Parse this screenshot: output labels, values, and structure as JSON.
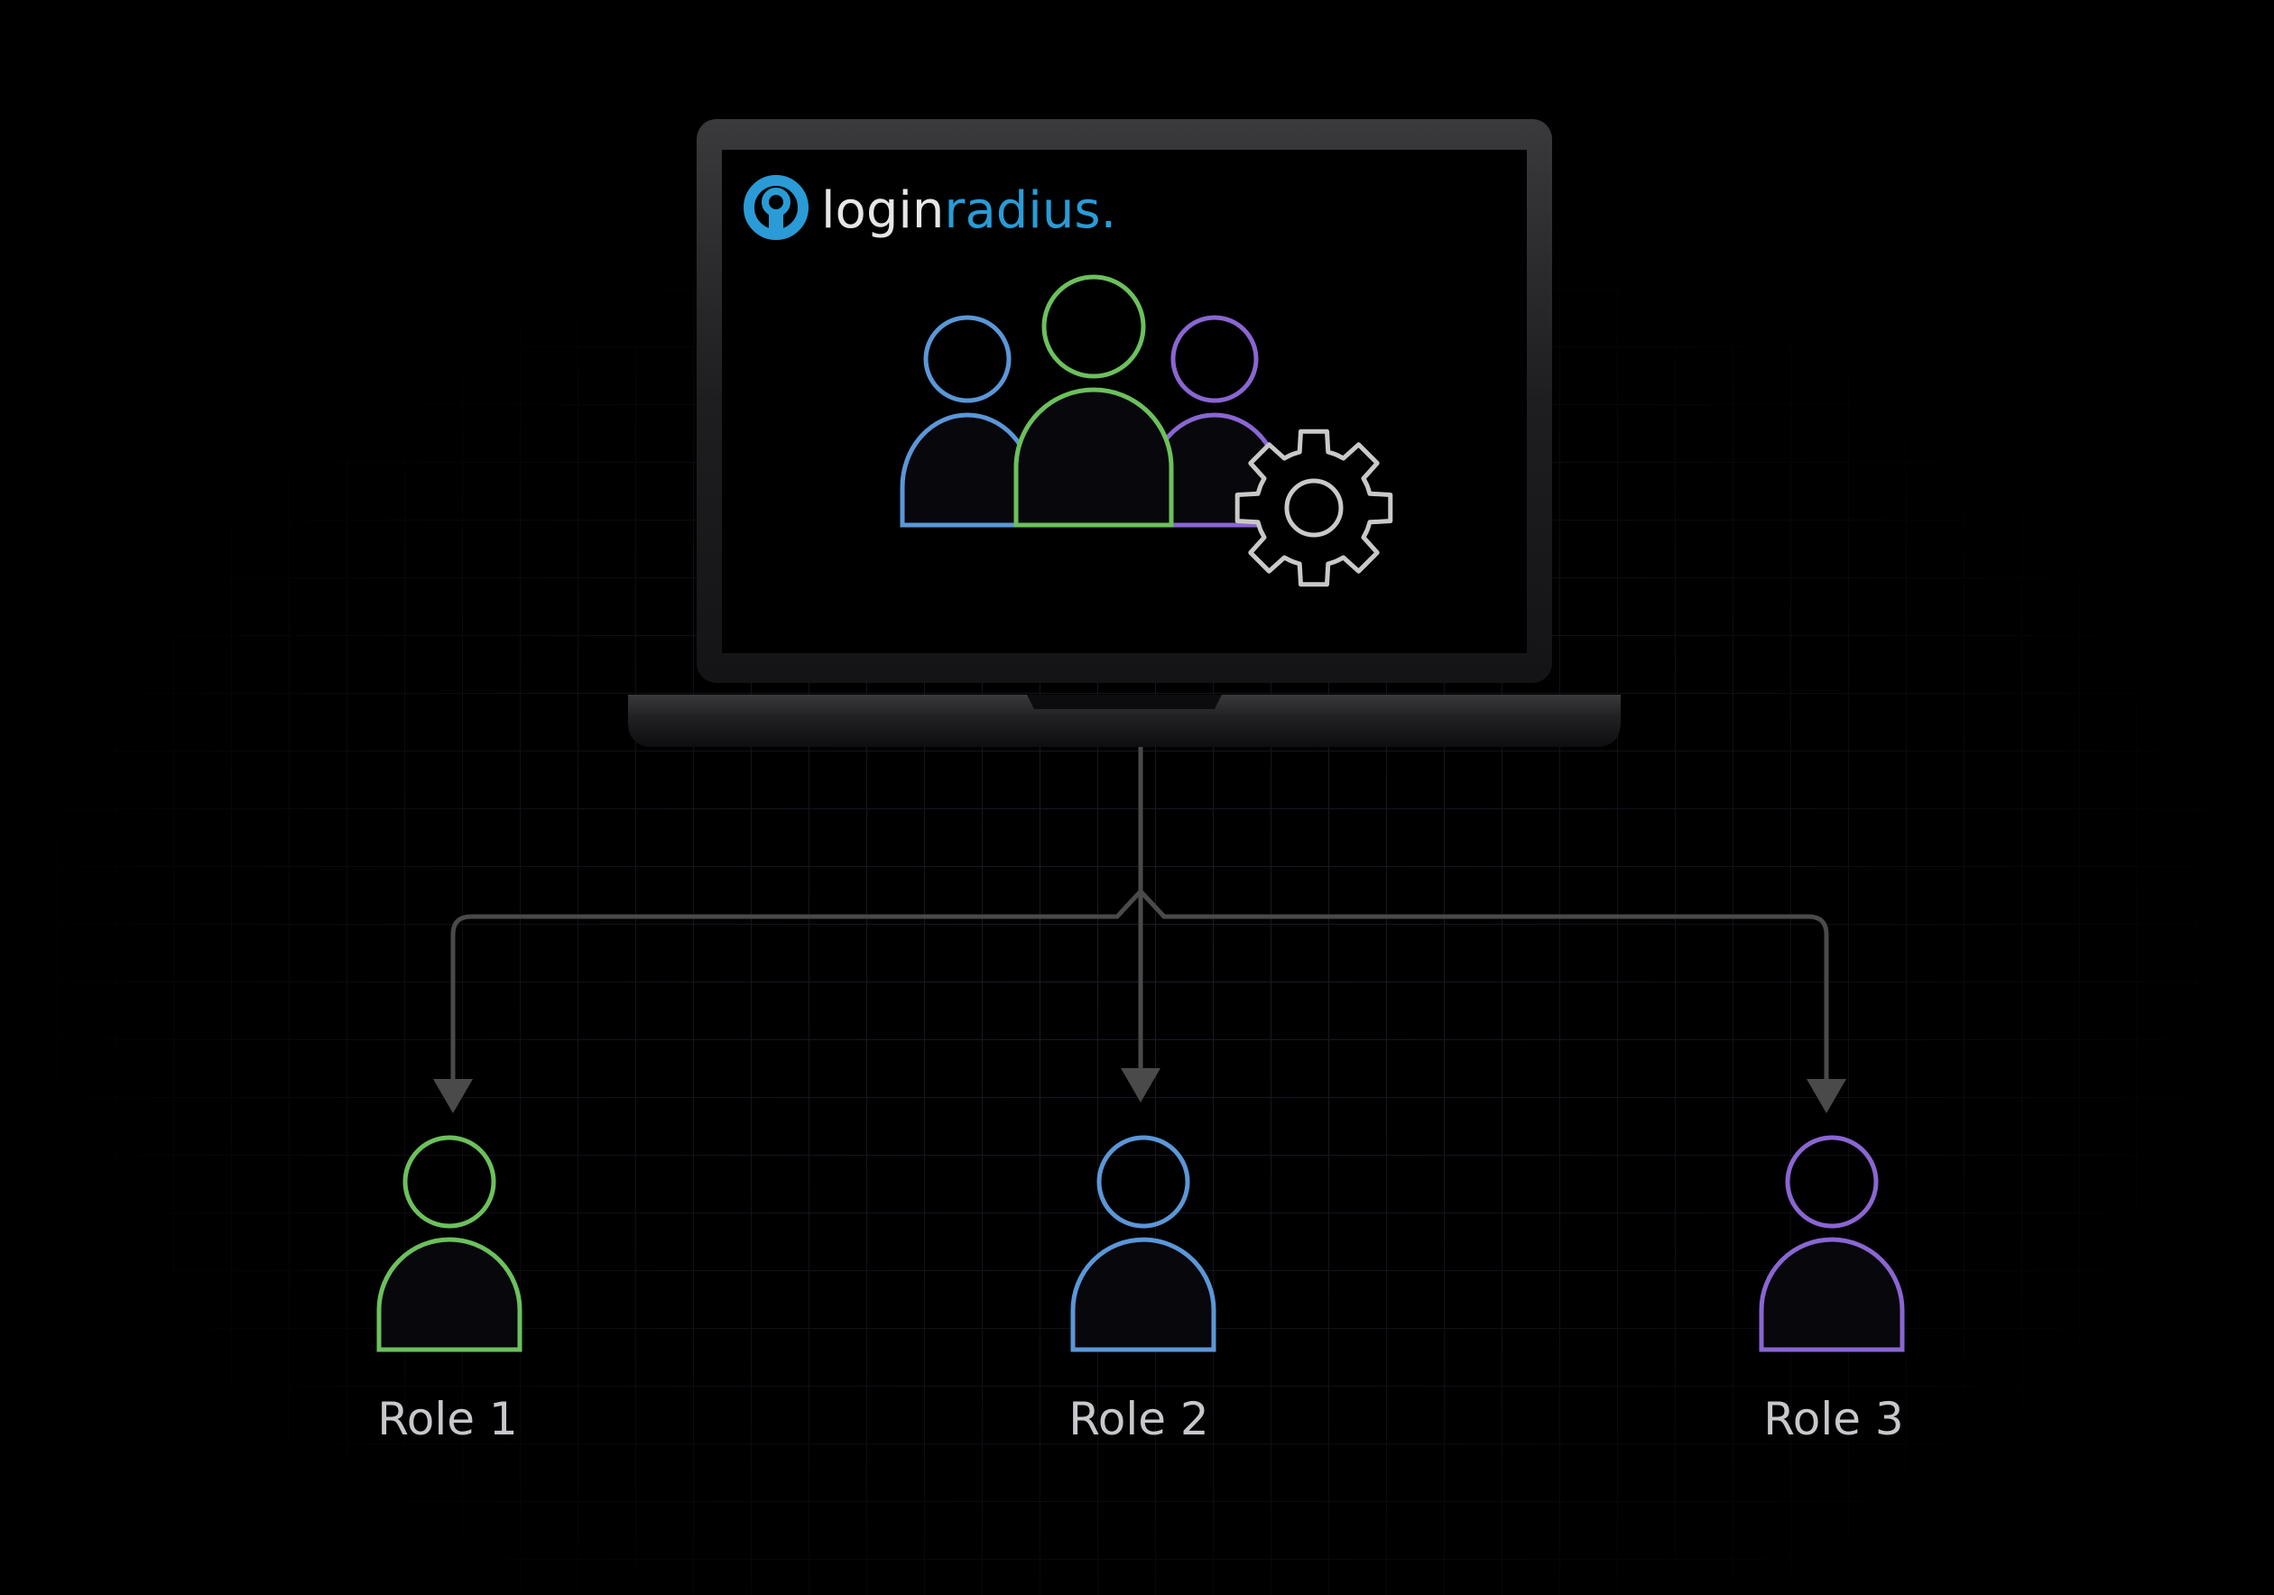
{
  "logo": {
    "part1": "login",
    "part2": "radius",
    "mark": ".",
    "brand_color": "#2a9bd6"
  },
  "roles": [
    {
      "label": "Role 1",
      "color": "#6cc15c"
    },
    {
      "label": "Role 2",
      "color": "#5b97d8"
    },
    {
      "label": "Role 3",
      "color": "#8a66d2"
    }
  ],
  "screen_icons": {
    "people": [
      "users-group-icon"
    ],
    "gear": "gear-icon"
  },
  "colors": {
    "background": "#000000",
    "connector": "#4a4a4a",
    "gear": "#c9c9c9",
    "person_blue": "#5b97d8",
    "person_green": "#6cc15c",
    "person_purple": "#8a66d2"
  }
}
